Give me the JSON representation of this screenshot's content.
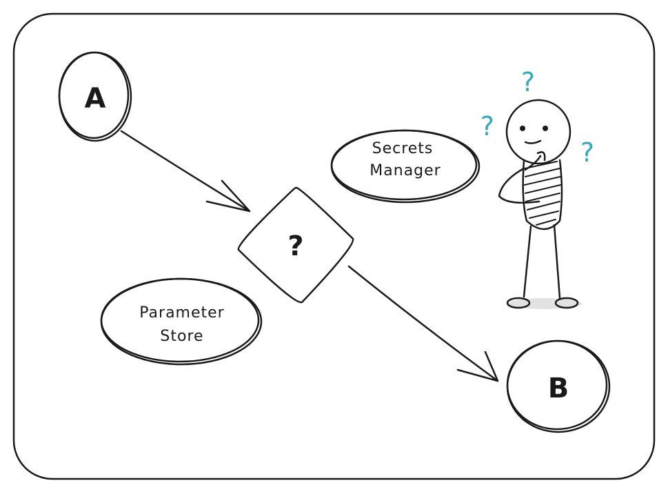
{
  "nodes": {
    "a": "A",
    "b": "B",
    "decision": "?"
  },
  "options": {
    "secrets_manager_line1": "Secrets",
    "secrets_manager_line2": "Manager",
    "parameter_store_line1": "Parameter",
    "parameter_store_line2": "Store"
  },
  "figure": {
    "question_marks": [
      "?",
      "?",
      "?"
    ],
    "question_color": "#3aa7c0"
  }
}
